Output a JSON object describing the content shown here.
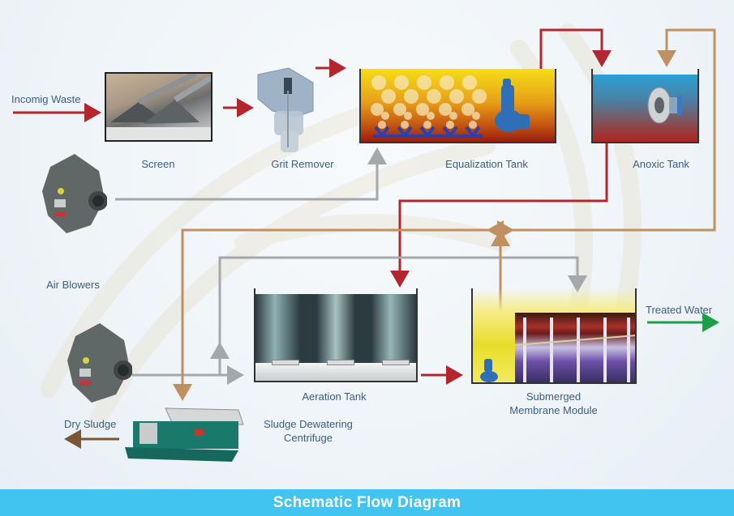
{
  "footer": {
    "title": "Schematic Flow Diagram"
  },
  "labels": {
    "incoming_waste": "Incomig Waste",
    "screen": "Screen",
    "grit_remover": "Grit Remover",
    "equalization_tank": "Equalization Tank",
    "anoxic_tank": "Anoxic Tank",
    "air_blowers": "Air Blowers",
    "aeration_tank": "Aeration Tank",
    "membrane_line1": "Submerged",
    "membrane_line2": "Membrane Module",
    "treated_water": "Treated Water",
    "dry_sludge": "Dry Sludge",
    "centrifuge_line1": "Sludge Dewatering",
    "centrifuge_line2": "Centrifuge"
  },
  "colors": {
    "waste_flow": "#b3262d",
    "air_flow": "#a3a8ad",
    "recycle_flow": "#c09060",
    "treated_flow": "#1e9e4a",
    "sludge_flow": "#7a5636",
    "label_text": "#3b5e80",
    "footer_bg": "#42c4f0"
  }
}
